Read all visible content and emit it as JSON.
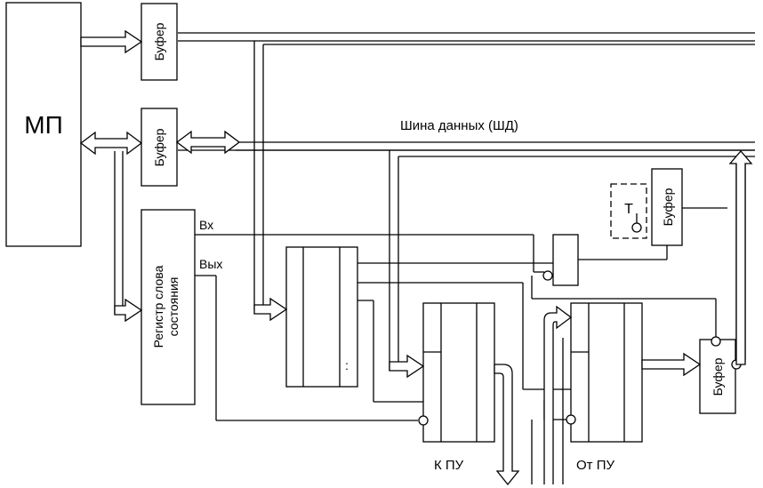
{
  "labels": {
    "mp": "МП",
    "buffer_top": "Буфер",
    "buffer_mid": "Буфер",
    "buffer_right": "Буфер",
    "buffer_bottom": "Буфер",
    "register": [
      "Регистр слова",
      "состояния"
    ],
    "vx": "Вх",
    "vyx": "Вых",
    "data_bus": "Шина данных (ШД)",
    "trigger": "Т",
    "dots": ":",
    "to_pu": "К   ПУ",
    "from_pu": "От   ПУ"
  }
}
